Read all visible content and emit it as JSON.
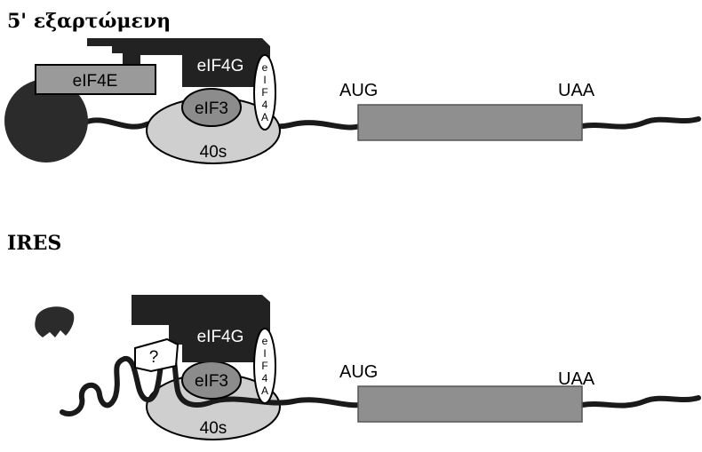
{
  "panels": {
    "cap": {
      "heading": "5' εξαρτώμενη",
      "start_codon": "AUG",
      "stop_codon": "UAA",
      "factors": {
        "eif4e": "eIF4E",
        "eif4g": "eIF4G",
        "eif3": "eIF3",
        "ribosome": "40s",
        "eif4a": [
          "e",
          "I",
          "F",
          "4",
          "A"
        ]
      }
    },
    "ires": {
      "heading": "IRES",
      "start_codon": "AUG",
      "stop_codon": "UAA",
      "unknown_factor": "?",
      "factors": {
        "eif4g": "eIF4G",
        "eif3": "eIF3",
        "ribosome": "40s",
        "eif4a": [
          "e",
          "I",
          "F",
          "4",
          "A"
        ]
      }
    }
  },
  "colors": {
    "rna": "#1a1a1a",
    "cap": "#2b2b2b",
    "eif4g": "#222222",
    "eif4e": "#9a9a9a",
    "eif3": "#8c8c8c",
    "ribosome": "#cfcfcf",
    "coding_region": "#8f8f8f",
    "eif4a": "#ffffff"
  }
}
